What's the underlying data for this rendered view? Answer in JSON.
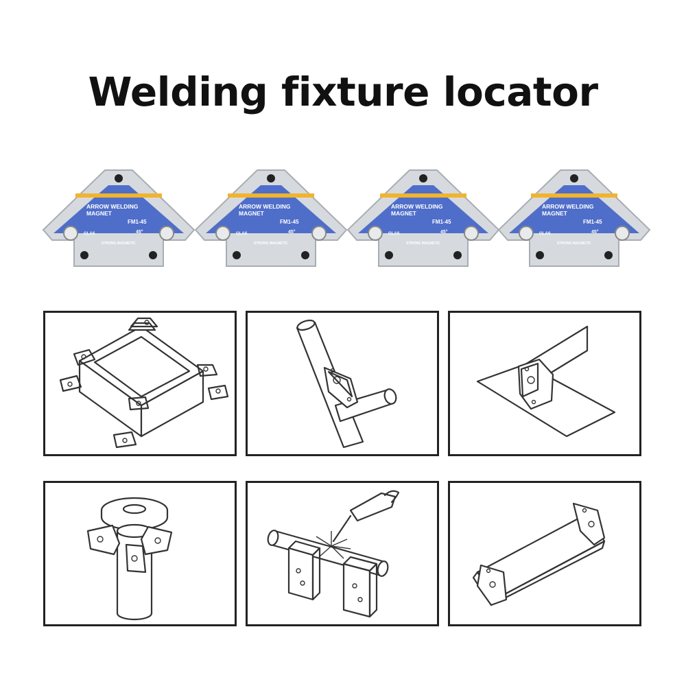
{
  "title": "Welding fixture locator",
  "magnet": {
    "label_line1": "ARROW WELDING",
    "label_line2": "MAGNET",
    "model": "FM1-45",
    "angle": "45°",
    "brand": "GLAS",
    "warning": "STRONG MAGNETIC"
  },
  "colors": {
    "magnet_blue": "#4f6ec9",
    "magnet_steel": "#d6dade",
    "stripe": "#f2b42c",
    "sketch": "#333333"
  },
  "panels": [
    {
      "icon": "box-frame-illustration"
    },
    {
      "icon": "tube-joint-illustration"
    },
    {
      "icon": "sheet-corner-illustration"
    },
    {
      "icon": "pipe-flange-illustration"
    },
    {
      "icon": "welding-torch-illustration"
    },
    {
      "icon": "angle-iron-illustration"
    }
  ]
}
